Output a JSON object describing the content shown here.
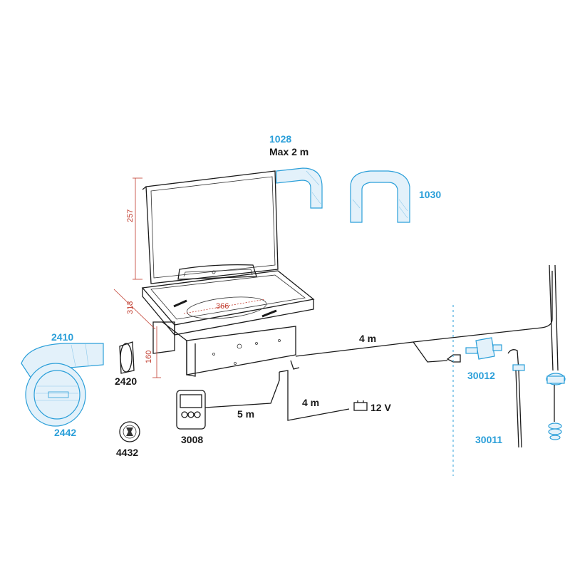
{
  "parts": {
    "hose_1028": "1028",
    "hose_1028_note": "Max 2 m",
    "hose_1030": "1030",
    "duct_2410": "2410",
    "grille_2442": "2442",
    "adapter_2420": "2420",
    "cap_4432": "4432",
    "controller_3008": "3008",
    "valve_30012": "30012",
    "pipe_30011": "30011"
  },
  "dimensions": {
    "height": "257",
    "depth": "313",
    "bowl": "366",
    "base": "160"
  },
  "cables": {
    "main_length": "4 m",
    "controller_length": "5 m",
    "power_length": "4 m",
    "voltage": "12 V"
  },
  "colors": {
    "label_accent": "#2b9fd9",
    "dimension": "#c0392b"
  }
}
